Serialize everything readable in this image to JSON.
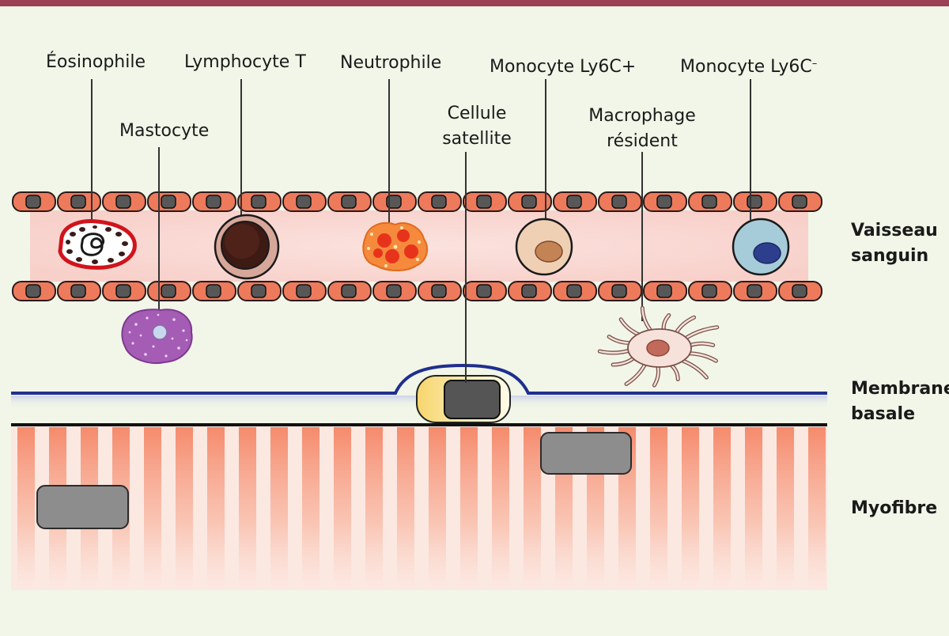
{
  "cells": {
    "eosinophil": "Éosinophile",
    "lymphocyte_t": "Lymphocyte T",
    "neutrophil": "Neutrophile",
    "monocyte_ly6c_pos": "Monocyte Ly6C+",
    "monocyte_ly6c_neg": "Monocyte Ly6C",
    "monocyte_ly6c_neg_sup": "–",
    "mast_cell": "Mastocyte",
    "satellite_line1": "Cellule",
    "satellite_line2": "satellite",
    "macrophage_line1": "Macrophage",
    "macrophage_line2": "résident"
  },
  "regions": {
    "vessel_line1": "Vaisseau",
    "vessel_line2": "sanguin",
    "membrane_line1": "Membrane",
    "membrane_line2": "basale",
    "myofibre": "Myofibre"
  },
  "colors": {
    "background": "#f1f6e8",
    "top_border": "#9b4055",
    "endothelial": "#ee7a5c",
    "vessel_lumen": "#fadcd8",
    "basal_membrane": "#1f2f8f",
    "nucleus": "#575757",
    "myofibre_stripe": "#f38a6d"
  }
}
